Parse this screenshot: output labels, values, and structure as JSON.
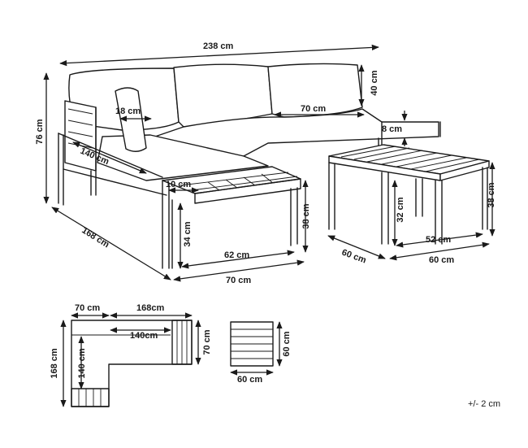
{
  "diagram": {
    "dimensions": {
      "overall_width": "238 cm",
      "overall_height": "76 cm",
      "back_cushion_height": "40 cm",
      "side_cushion_thickness": "18 cm",
      "seat_cushion_depth": "70 cm",
      "seat_cushion_thickness": "8 cm",
      "chaise_inner_length": "140 cm",
      "armrest_shelf_width": "10 cm",
      "chaise_outer_length": "168 cm",
      "chaise_width": "70 cm",
      "chaise_inner_width": "62 cm",
      "chaise_clearance": "34 cm",
      "seat_height": "38 cm",
      "table_height": "38 cm",
      "table_clearance": "32 cm",
      "table_inner_width": "52 cm",
      "table_width": "60 cm",
      "table_depth": "60 cm"
    },
    "plan_view": {
      "left_depth": "70 cm",
      "top_length": "168cm",
      "inner_length": "140cm",
      "right_depth": "70 cm",
      "outer_side": "168 cm",
      "inner_side": "140 cm",
      "table_side": "60 cm",
      "table_bottom": "60 cm"
    },
    "tolerance_note": "+/- 2 cm"
  }
}
